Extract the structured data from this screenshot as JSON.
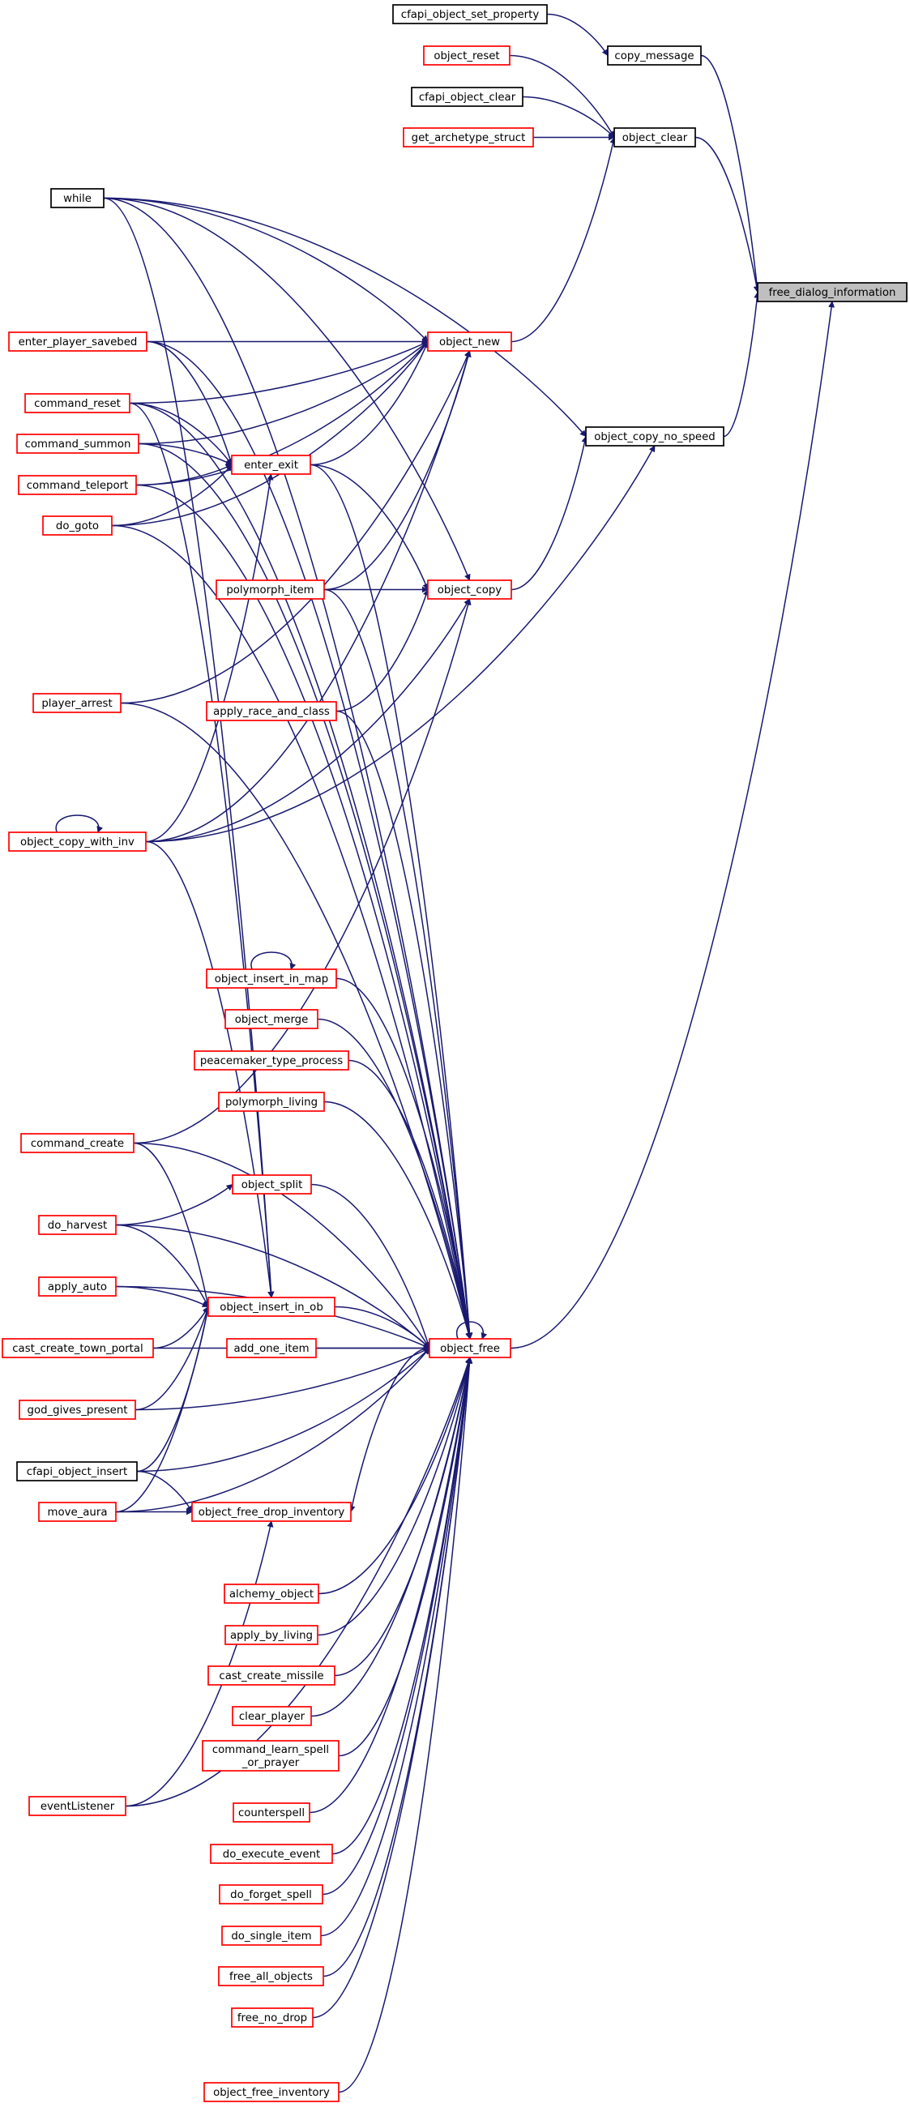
{
  "nodes": [
    {
      "id": "cfapi_object_set_property",
      "lines": [
        "cfapi_object_set_property"
      ],
      "kind": "black"
    },
    {
      "id": "copy_message",
      "lines": [
        "copy_message"
      ],
      "kind": "black"
    },
    {
      "id": "object_reset",
      "lines": [
        "object_reset"
      ],
      "kind": "red"
    },
    {
      "id": "cfapi_object_clear",
      "lines": [
        "cfapi_object_clear"
      ],
      "kind": "black"
    },
    {
      "id": "get_archetype_struct",
      "lines": [
        "get_archetype_struct"
      ],
      "kind": "red"
    },
    {
      "id": "object_clear",
      "lines": [
        "object_clear"
      ],
      "kind": "black"
    },
    {
      "id": "free_dialog_information",
      "lines": [
        "free_dialog_information"
      ],
      "kind": "root"
    },
    {
      "id": "while",
      "lines": [
        "while"
      ],
      "kind": "black"
    },
    {
      "id": "enter_player_savebed",
      "lines": [
        "enter_player_savebed"
      ],
      "kind": "red"
    },
    {
      "id": "object_new",
      "lines": [
        "object_new"
      ],
      "kind": "red"
    },
    {
      "id": "command_reset",
      "lines": [
        "command_reset"
      ],
      "kind": "red"
    },
    {
      "id": "object_copy_no_speed",
      "lines": [
        "object_copy_no_speed"
      ],
      "kind": "black"
    },
    {
      "id": "command_summon",
      "lines": [
        "command_summon"
      ],
      "kind": "red"
    },
    {
      "id": "enter_exit",
      "lines": [
        "enter_exit"
      ],
      "kind": "red"
    },
    {
      "id": "command_teleport",
      "lines": [
        "command_teleport"
      ],
      "kind": "red"
    },
    {
      "id": "do_goto",
      "lines": [
        "do_goto"
      ],
      "kind": "red"
    },
    {
      "id": "polymorph_item",
      "lines": [
        "polymorph_item"
      ],
      "kind": "red"
    },
    {
      "id": "object_copy",
      "lines": [
        "object_copy"
      ],
      "kind": "red"
    },
    {
      "id": "player_arrest",
      "lines": [
        "player_arrest"
      ],
      "kind": "red"
    },
    {
      "id": "apply_race_and_class",
      "lines": [
        "apply_race_and_class"
      ],
      "kind": "red"
    },
    {
      "id": "object_copy_with_inv",
      "lines": [
        "object_copy_with_inv"
      ],
      "kind": "red"
    },
    {
      "id": "object_insert_in_map",
      "lines": [
        "object_insert_in_map"
      ],
      "kind": "red"
    },
    {
      "id": "object_merge",
      "lines": [
        "object_merge"
      ],
      "kind": "red"
    },
    {
      "id": "peacemaker_type_process",
      "lines": [
        "peacemaker_type_process"
      ],
      "kind": "red"
    },
    {
      "id": "polymorph_living",
      "lines": [
        "polymorph_living"
      ],
      "kind": "red"
    },
    {
      "id": "command_create",
      "lines": [
        "command_create"
      ],
      "kind": "red"
    },
    {
      "id": "object_split",
      "lines": [
        "object_split"
      ],
      "kind": "red"
    },
    {
      "id": "do_harvest",
      "lines": [
        "do_harvest"
      ],
      "kind": "red"
    },
    {
      "id": "apply_auto",
      "lines": [
        "apply_auto"
      ],
      "kind": "red"
    },
    {
      "id": "object_insert_in_ob",
      "lines": [
        "object_insert_in_ob"
      ],
      "kind": "red"
    },
    {
      "id": "cast_create_town_portal",
      "lines": [
        "cast_create_town_portal"
      ],
      "kind": "red"
    },
    {
      "id": "add_one_item",
      "lines": [
        "add_one_item"
      ],
      "kind": "red"
    },
    {
      "id": "object_free",
      "lines": [
        "object_free"
      ],
      "kind": "red"
    },
    {
      "id": "god_gives_present",
      "lines": [
        "god_gives_present"
      ],
      "kind": "red"
    },
    {
      "id": "cfapi_object_insert",
      "lines": [
        "cfapi_object_insert"
      ],
      "kind": "black"
    },
    {
      "id": "move_aura",
      "lines": [
        "move_aura"
      ],
      "kind": "red"
    },
    {
      "id": "object_free_drop_inventory",
      "lines": [
        "object_free_drop_inventory"
      ],
      "kind": "red"
    },
    {
      "id": "alchemy_object",
      "lines": [
        "alchemy_object"
      ],
      "kind": "red"
    },
    {
      "id": "apply_by_living",
      "lines": [
        "apply_by_living"
      ],
      "kind": "red"
    },
    {
      "id": "cast_create_missile",
      "lines": [
        "cast_create_missile"
      ],
      "kind": "red"
    },
    {
      "id": "clear_player",
      "lines": [
        "clear_player"
      ],
      "kind": "red"
    },
    {
      "id": "command_learn_spell_or_prayer",
      "lines": [
        "command_learn_spell",
        "_or_prayer"
      ],
      "kind": "red"
    },
    {
      "id": "counterspell",
      "lines": [
        "counterspell"
      ],
      "kind": "red"
    },
    {
      "id": "eventListener",
      "lines": [
        "eventListener"
      ],
      "kind": "red"
    },
    {
      "id": "do_execute_event",
      "lines": [
        "do_execute_event"
      ],
      "kind": "red"
    },
    {
      "id": "do_forget_spell",
      "lines": [
        "do_forget_spell"
      ],
      "kind": "red"
    },
    {
      "id": "do_single_item",
      "lines": [
        "do_single_item"
      ],
      "kind": "red"
    },
    {
      "id": "free_all_objects",
      "lines": [
        "free_all_objects"
      ],
      "kind": "red"
    },
    {
      "id": "free_no_drop",
      "lines": [
        "free_no_drop"
      ],
      "kind": "red"
    },
    {
      "id": "object_free_inventory",
      "lines": [
        "object_free_inventory"
      ],
      "kind": "red"
    }
  ],
  "edges": [
    [
      "cfapi_object_set_property",
      "copy_message"
    ],
    [
      "copy_message",
      "free_dialog_information"
    ],
    [
      "object_reset",
      "object_clear"
    ],
    [
      "cfapi_object_clear",
      "object_clear"
    ],
    [
      "get_archetype_struct",
      "object_clear"
    ],
    [
      "object_clear",
      "free_dialog_information"
    ],
    [
      "object_new",
      "object_clear"
    ],
    [
      "object_copy_no_speed",
      "free_dialog_information"
    ],
    [
      "while",
      "object_copy_no_speed"
    ],
    [
      "object_copy",
      "object_copy_no_speed"
    ],
    [
      "object_copy_with_inv",
      "object_copy_no_speed"
    ],
    [
      "object_free",
      "free_dialog_information"
    ],
    [
      "while",
      "object_new"
    ],
    [
      "enter_player_savebed",
      "object_new"
    ],
    [
      "command_reset",
      "object_new"
    ],
    [
      "command_summon",
      "object_new"
    ],
    [
      "command_teleport",
      "object_new"
    ],
    [
      "do_goto",
      "object_new"
    ],
    [
      "polymorph_item",
      "object_new"
    ],
    [
      "player_arrest",
      "object_new"
    ],
    [
      "object_copy_with_inv",
      "object_new"
    ],
    [
      "enter_exit",
      "object_new"
    ],
    [
      "enter_player_savebed",
      "enter_exit"
    ],
    [
      "command_reset",
      "enter_exit"
    ],
    [
      "command_summon",
      "enter_exit"
    ],
    [
      "command_teleport",
      "enter_exit"
    ],
    [
      "do_goto",
      "enter_exit"
    ],
    [
      "object_copy_with_inv",
      "enter_exit"
    ],
    [
      "enter_exit",
      "object_copy"
    ],
    [
      "while",
      "object_copy"
    ],
    [
      "polymorph_item",
      "object_copy"
    ],
    [
      "apply_race_and_class",
      "object_copy"
    ],
    [
      "object_copy_with_inv",
      "object_copy"
    ],
    [
      "command_create",
      "object_copy"
    ],
    [
      "object_copy_with_inv",
      "object_copy_with_inv"
    ],
    [
      "object_insert_in_map",
      "object_insert_in_map"
    ],
    [
      "do_harvest",
      "object_split"
    ],
    [
      "while",
      "object_insert_in_ob"
    ],
    [
      "command_reset",
      "object_insert_in_ob"
    ],
    [
      "object_copy_with_inv",
      "object_insert_in_ob"
    ],
    [
      "command_create",
      "object_insert_in_ob"
    ],
    [
      "do_harvest",
      "object_insert_in_ob"
    ],
    [
      "apply_auto",
      "object_insert_in_ob"
    ],
    [
      "cast_create_town_portal",
      "object_insert_in_ob"
    ],
    [
      "god_gives_present",
      "object_insert_in_ob"
    ],
    [
      "cfapi_object_insert",
      "object_insert_in_ob"
    ],
    [
      "move_aura",
      "object_insert_in_ob"
    ],
    [
      "object_free",
      "object_free"
    ],
    [
      "while",
      "object_free"
    ],
    [
      "enter_player_savebed",
      "object_free"
    ],
    [
      "command_reset",
      "object_free"
    ],
    [
      "command_summon",
      "object_free"
    ],
    [
      "command_teleport",
      "object_free"
    ],
    [
      "do_goto",
      "object_free"
    ],
    [
      "enter_exit",
      "object_free"
    ],
    [
      "polymorph_item",
      "object_free"
    ],
    [
      "player_arrest",
      "object_free"
    ],
    [
      "apply_race_and_class",
      "object_free"
    ],
    [
      "object_insert_in_map",
      "object_free"
    ],
    [
      "object_merge",
      "object_free"
    ],
    [
      "peacemaker_type_process",
      "object_free"
    ],
    [
      "polymorph_living",
      "object_free"
    ],
    [
      "command_create",
      "object_free"
    ],
    [
      "object_split",
      "object_free"
    ],
    [
      "do_harvest",
      "object_free"
    ],
    [
      "apply_auto",
      "object_free"
    ],
    [
      "object_insert_in_ob",
      "object_free"
    ],
    [
      "cast_create_town_portal",
      "object_free"
    ],
    [
      "add_one_item",
      "object_free"
    ],
    [
      "god_gives_present",
      "object_free"
    ],
    [
      "cfapi_object_insert",
      "object_free"
    ],
    [
      "move_aura",
      "object_free"
    ],
    [
      "object_free",
      "object_free_drop_inventory"
    ],
    [
      "cfapi_object_insert",
      "object_free_drop_inventory"
    ],
    [
      "move_aura",
      "object_free_drop_inventory"
    ],
    [
      "eventListener",
      "object_free_drop_inventory"
    ],
    [
      "alchemy_object",
      "object_free"
    ],
    [
      "apply_by_living",
      "object_free"
    ],
    [
      "cast_create_missile",
      "object_free"
    ],
    [
      "clear_player",
      "object_free"
    ],
    [
      "command_learn_spell_or_prayer",
      "object_free"
    ],
    [
      "counterspell",
      "object_free"
    ],
    [
      "eventListener",
      "object_free"
    ],
    [
      "do_execute_event",
      "object_free"
    ],
    [
      "do_forget_spell",
      "object_free"
    ],
    [
      "do_single_item",
      "object_free"
    ],
    [
      "free_all_objects",
      "object_free"
    ],
    [
      "free_no_drop",
      "object_free"
    ],
    [
      "object_free_inventory",
      "object_free"
    ]
  ]
}
